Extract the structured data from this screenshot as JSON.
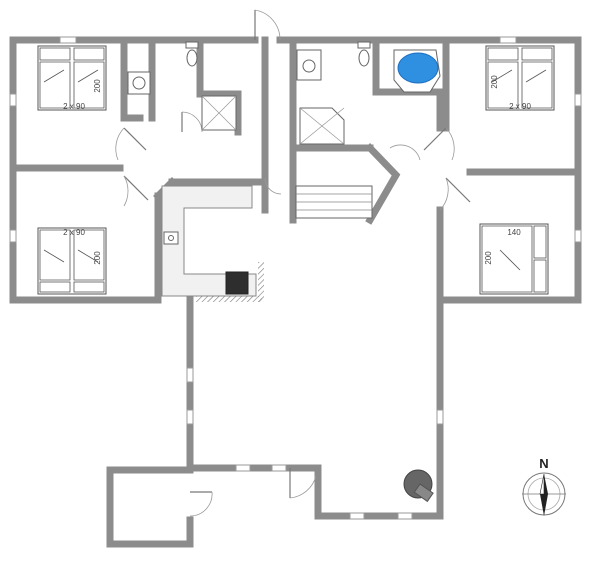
{
  "rooms": {
    "bedroom_nw": {
      "bed_width_label": "2 x 90",
      "bed_length_label": "200"
    },
    "bedroom_sw": {
      "bed_width_label": "2 x 90",
      "bed_length_label": "200"
    },
    "bedroom_ne": {
      "bed_width_label": "2 x 90",
      "bed_length_label": "200"
    },
    "bedroom_se": {
      "bed_width_label": "140",
      "bed_length_label": "200"
    }
  },
  "compass": {
    "north_label": "N"
  },
  "colors": {
    "wall": "#8c8c8c",
    "pool": "#2f8fe0",
    "stove": "#2e2e2e"
  }
}
